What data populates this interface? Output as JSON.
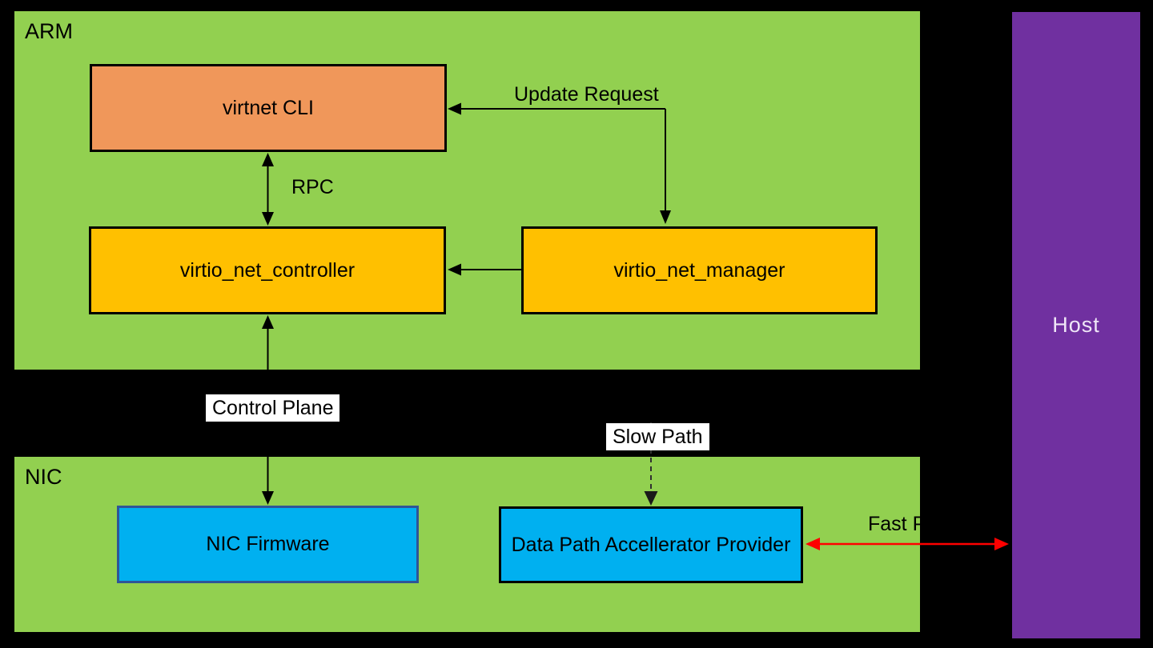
{
  "background": "#000000",
  "regions": {
    "arm": {
      "label": "ARM",
      "fill": "#92D050"
    },
    "nic": {
      "label": "NIC",
      "fill": "#92D050"
    },
    "host": {
      "label": "Host",
      "fill": "#7030A0",
      "text_color": "#EFE6F7"
    }
  },
  "nodes": {
    "virtnet_cli": {
      "label": "virtnet CLI",
      "fill": "#F0975A",
      "border": "#000000"
    },
    "virtio_net_controller": {
      "label": "virtio_net_controller",
      "fill": "#FFC000",
      "border": "#000000"
    },
    "virtio_net_manager": {
      "label": "virtio_net_manager",
      "fill": "#FFC000",
      "border": "#000000"
    },
    "nic_firmware": {
      "label": "NIC Firmware",
      "fill": "#00B0F0",
      "border": "#2F5597"
    },
    "data_path_provider": {
      "label": "Data Path Accellerator Provider",
      "fill": "#00B0F0",
      "border": "#000000"
    }
  },
  "edges": {
    "rpc": {
      "label": "RPC",
      "style": "double-arrow",
      "color": "#000000"
    },
    "update_request": {
      "label": "Update Request",
      "style": "arrow",
      "color": "#000000"
    },
    "manager_to_controller": {
      "label": "",
      "style": "arrow",
      "color": "#000000"
    },
    "control_plane": {
      "label": "Control Plane",
      "style": "double-arrow",
      "color": "#000000",
      "label_bg": "#FFFFFF"
    },
    "slow_path": {
      "label": "Slow Path",
      "style": "dashed-arrow",
      "color": "#303030",
      "label_bg": "#FFFFFF"
    },
    "fast_path": {
      "label": "Fast Path",
      "style": "double-arrow",
      "color": "#FF0000"
    }
  }
}
